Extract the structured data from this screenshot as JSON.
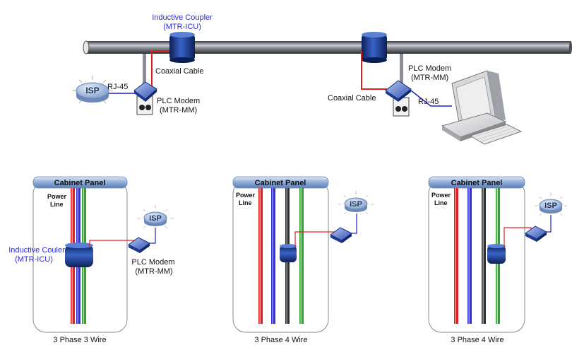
{
  "top": {
    "coupler_label_1": "Inductive Coupler",
    "coupler_label_2": "(MTR-ICU)",
    "coax_left": "Coaxial Cable",
    "coax_right": "Coaxial Cable",
    "rj45_left": "RJ-45",
    "rj45_right": "RJ-45",
    "isp": "ISP",
    "modem_left_1": "PLC Modem",
    "modem_left_2": "(MTR-MM)",
    "modem_right_1": "PLC Modem",
    "modem_right_2": "(MTR-MM)"
  },
  "panels": [
    {
      "title": "Cabinet Panel",
      "power_line_1": "Power",
      "power_line_2": "Line",
      "isp": "ISP",
      "caption": "3 Phase 3 Wire",
      "coupler_label_1": "Inductive Couler",
      "coupler_label_2": "(MTR-ICU)",
      "modem_label_1": "PLC Modem",
      "modem_label_2": "(MTR-MM)"
    },
    {
      "title": "Cabinet Panel",
      "power_line_1": "Power",
      "power_line_2": "Line",
      "isp": "ISP",
      "caption": "3 Phase 4 Wire"
    },
    {
      "title": "Cabinet Panel",
      "power_line_1": "Power",
      "power_line_2": "Line",
      "isp": "ISP",
      "caption": "3 Phase 4 Wire"
    }
  ],
  "colors": {
    "coupler_text": "#2b2bd6",
    "red_wire": "#e02020",
    "blue_wire": "#3030e0",
    "green_wire": "#30a030",
    "black_wire": "#303030",
    "coupler_body": "#1d3d8f",
    "isp_body": "#a7bde0"
  }
}
